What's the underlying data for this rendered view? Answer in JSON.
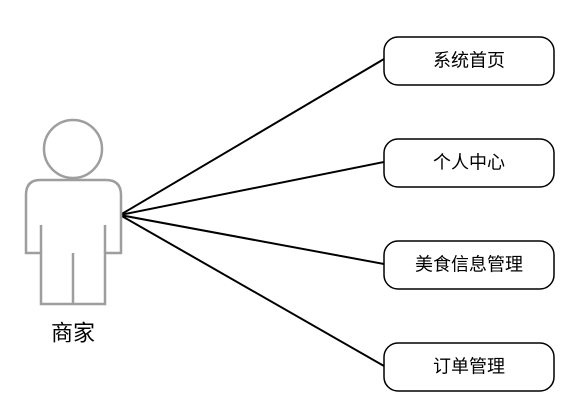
{
  "actor": {
    "label": "商家",
    "icon": "person-icon"
  },
  "use_cases": [
    {
      "label": "系统首页"
    },
    {
      "label": "个人中心"
    },
    {
      "label": "美食信息管理"
    },
    {
      "label": "订单管理"
    }
  ]
}
